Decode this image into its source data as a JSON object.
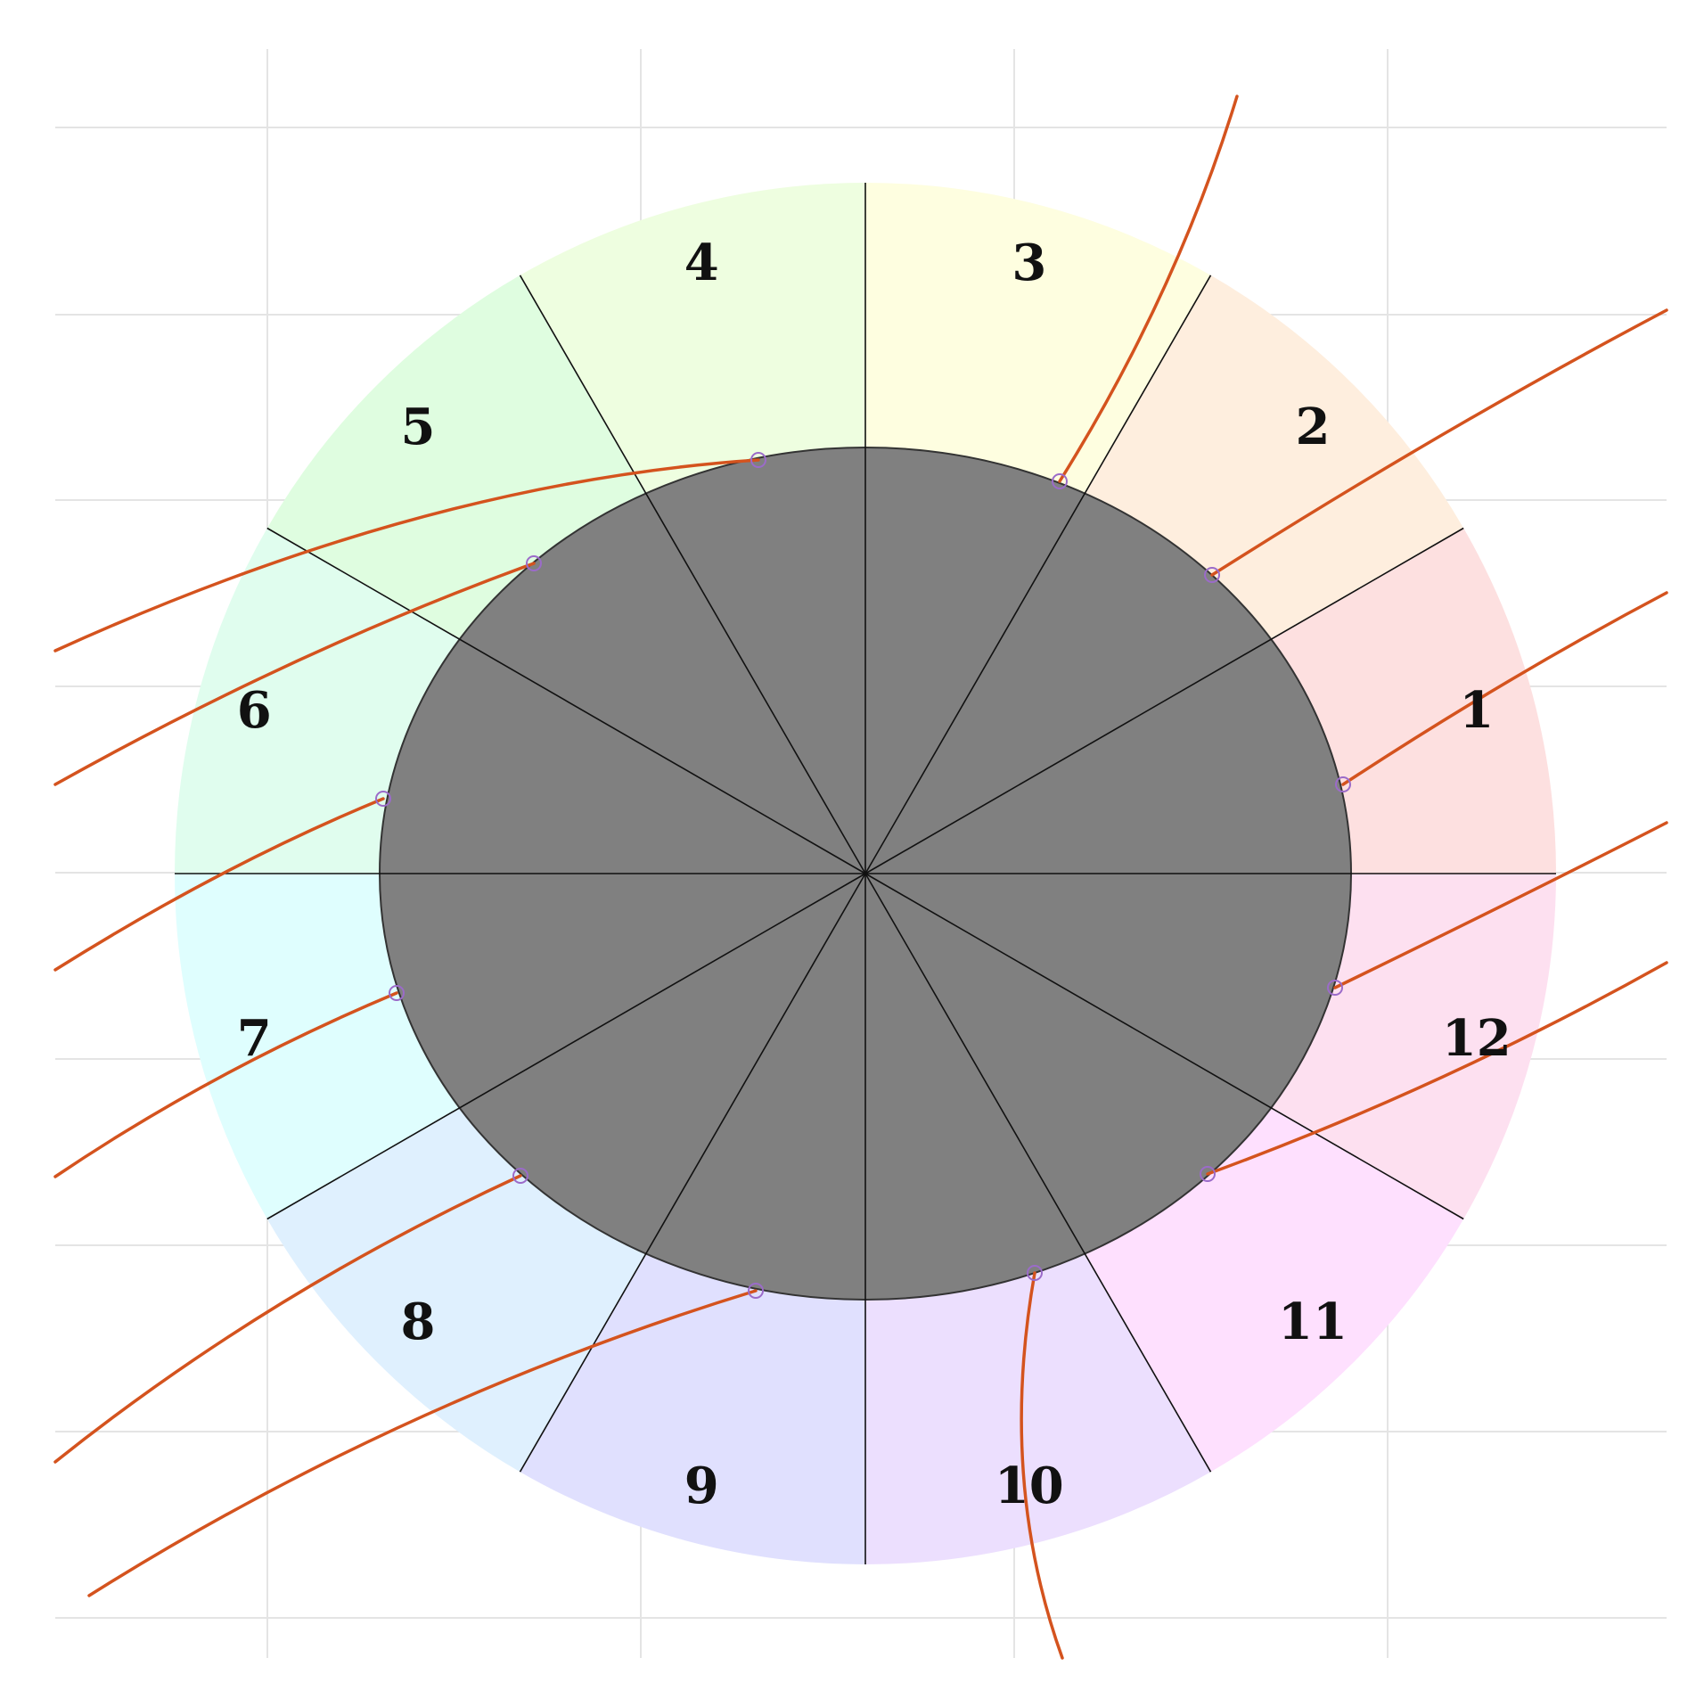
{
  "diagram": {
    "colors": {
      "core": "#808080",
      "divider": "#111111",
      "curve": "#d4531e",
      "marker": "#9b6bc9",
      "grid": "#e4e4e4"
    },
    "sectors": [
      {
        "label": "1",
        "color": "#fde0e0"
      },
      {
        "label": "2",
        "color": "#feeede"
      },
      {
        "label": "3",
        "color": "#fefee0"
      },
      {
        "label": "4",
        "color": "#eefee0"
      },
      {
        "label": "5",
        "color": "#dffde0"
      },
      {
        "label": "6",
        "color": "#e0fdee"
      },
      {
        "label": "7",
        "color": "#dffefe"
      },
      {
        "label": "8",
        "color": "#dff0fe"
      },
      {
        "label": "9",
        "color": "#e0e0fe"
      },
      {
        "label": "10",
        "color": "#ecdffe"
      },
      {
        "label": "11",
        "color": "#fee0fe"
      },
      {
        "label": "12",
        "color": "#fde0f0"
      }
    ]
  }
}
